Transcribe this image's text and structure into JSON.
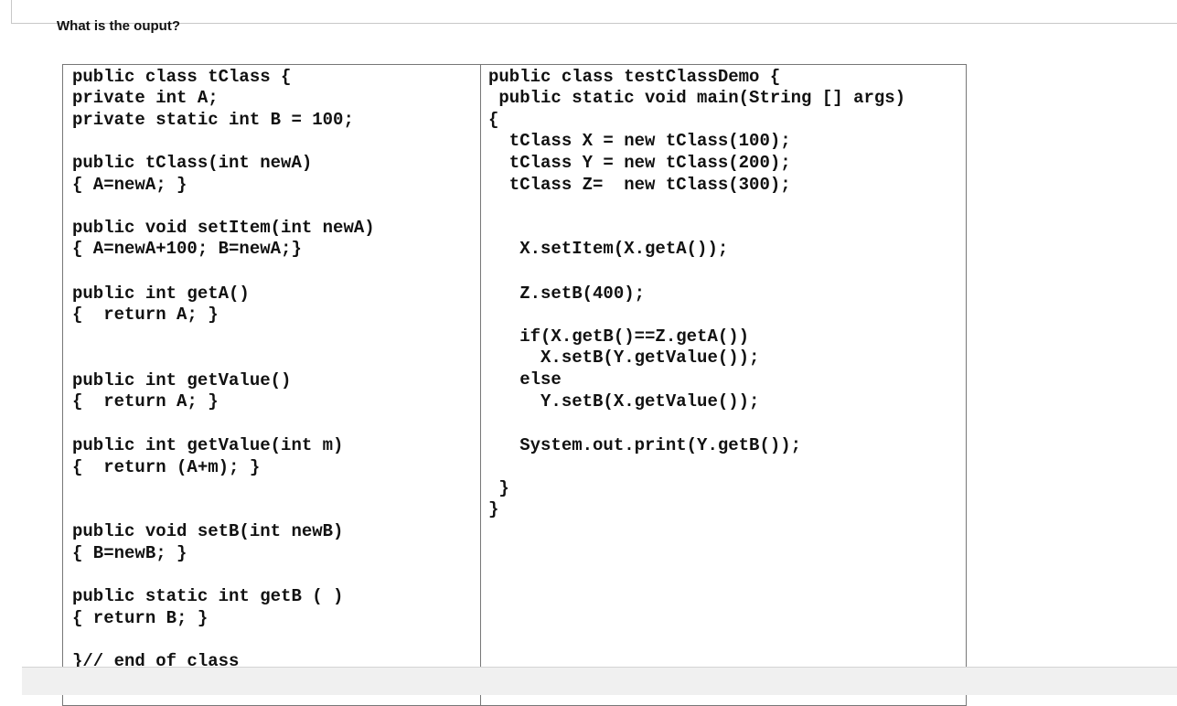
{
  "question": "What is the ouput?",
  "left_code": [
    "public class tClass {",
    "private int A;",
    "private static int B = 100;",
    "public tClass(int newA)",
    "{ A=newA; }",
    "public void setItem(int newA)",
    "{ A=newA+100; B=newA;}",
    "public int getA()",
    "{  return A; }",
    "public int getValue()",
    "{  return A; }",
    "public int getValue(int m)",
    "{  return (A+m); }",
    "public void setB(int newB)",
    "{ B=newB; }",
    "public static int getB ( )",
    "{ return B; }",
    "}// end of class"
  ],
  "right_code": [
    "public class testClassDemo {",
    " public static void main(String [] args)",
    "{",
    "  tClass X = new tClass(100);",
    "  tClass Y = new tClass(200);",
    "  tClass Z=  new tClass(300);",
    "   X.setItem(X.getA());",
    "   Z.setB(400);",
    "   if(X.getB()==Z.getA())",
    "     X.setB(Y.getValue());",
    "   else",
    "     Y.setB(X.getValue());",
    "   System.out.print(Y.getB());",
    " }",
    "}"
  ]
}
